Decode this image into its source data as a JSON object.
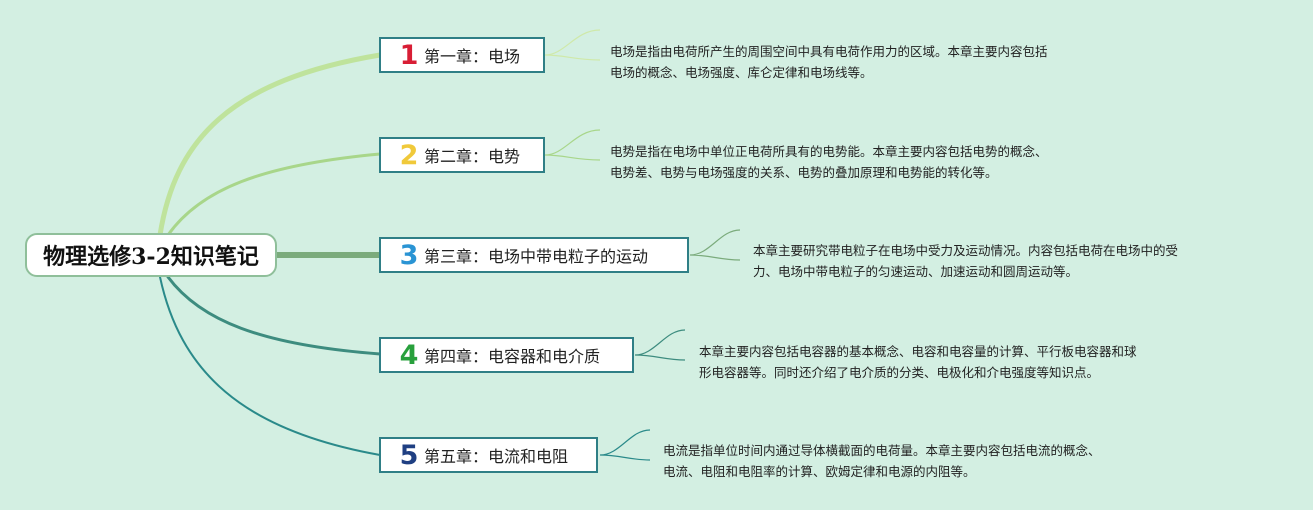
{
  "root": {
    "title": "物理选修3-2知识笔记"
  },
  "colors": {
    "background": "#d3efe2",
    "branch_colors": [
      "#bfe39c",
      "#a8d68a",
      "#7bab7c",
      "#3d8c7f",
      "#2a8a8a"
    ],
    "number_colors": [
      "#d81e35",
      "#f0c93a",
      "#2a94d4",
      "#28a03c",
      "#1f3f82"
    ]
  },
  "chapters": [
    {
      "number": "1",
      "label": "第一章：电场",
      "description_lines": [
        "电场是指由电荷所产生的周围空间中具有电荷作用力的区域。本章主要内容包括",
        "电场的概念、电场强度、库仑定律和电场线等。"
      ]
    },
    {
      "number": "2",
      "label": "第二章：电势",
      "description_lines": [
        "电势是指在电场中单位正电荷所具有的电势能。本章主要内容包括电势的概念、",
        "电势差、电势与电场强度的关系、电势的叠加原理和电势能的转化等。"
      ]
    },
    {
      "number": "3",
      "label": "第三章：电场中带电粒子的运动",
      "description_lines": [
        "本章主要研究带电粒子在电场中受力及运动情况。内容包括电荷在电场中的受",
        "力、电场中带电粒子的匀速运动、加速运动和圆周运动等。"
      ]
    },
    {
      "number": "4",
      "label": "第四章：电容器和电介质",
      "description_lines": [
        "本章主要内容包括电容器的基本概念、电容和电容量的计算、平行板电容器和球",
        "形电容器等。同时还介绍了电介质的分类、电极化和介电强度等知识点。"
      ]
    },
    {
      "number": "5",
      "label": "第五章：电流和电阻",
      "description_lines": [
        "电流是指单位时间内通过导体横截面的电荷量。本章主要内容包括电流的概念、",
        "电流、电阻和电阻率的计算、欧姆定律和电源的内阻等。"
      ]
    }
  ]
}
